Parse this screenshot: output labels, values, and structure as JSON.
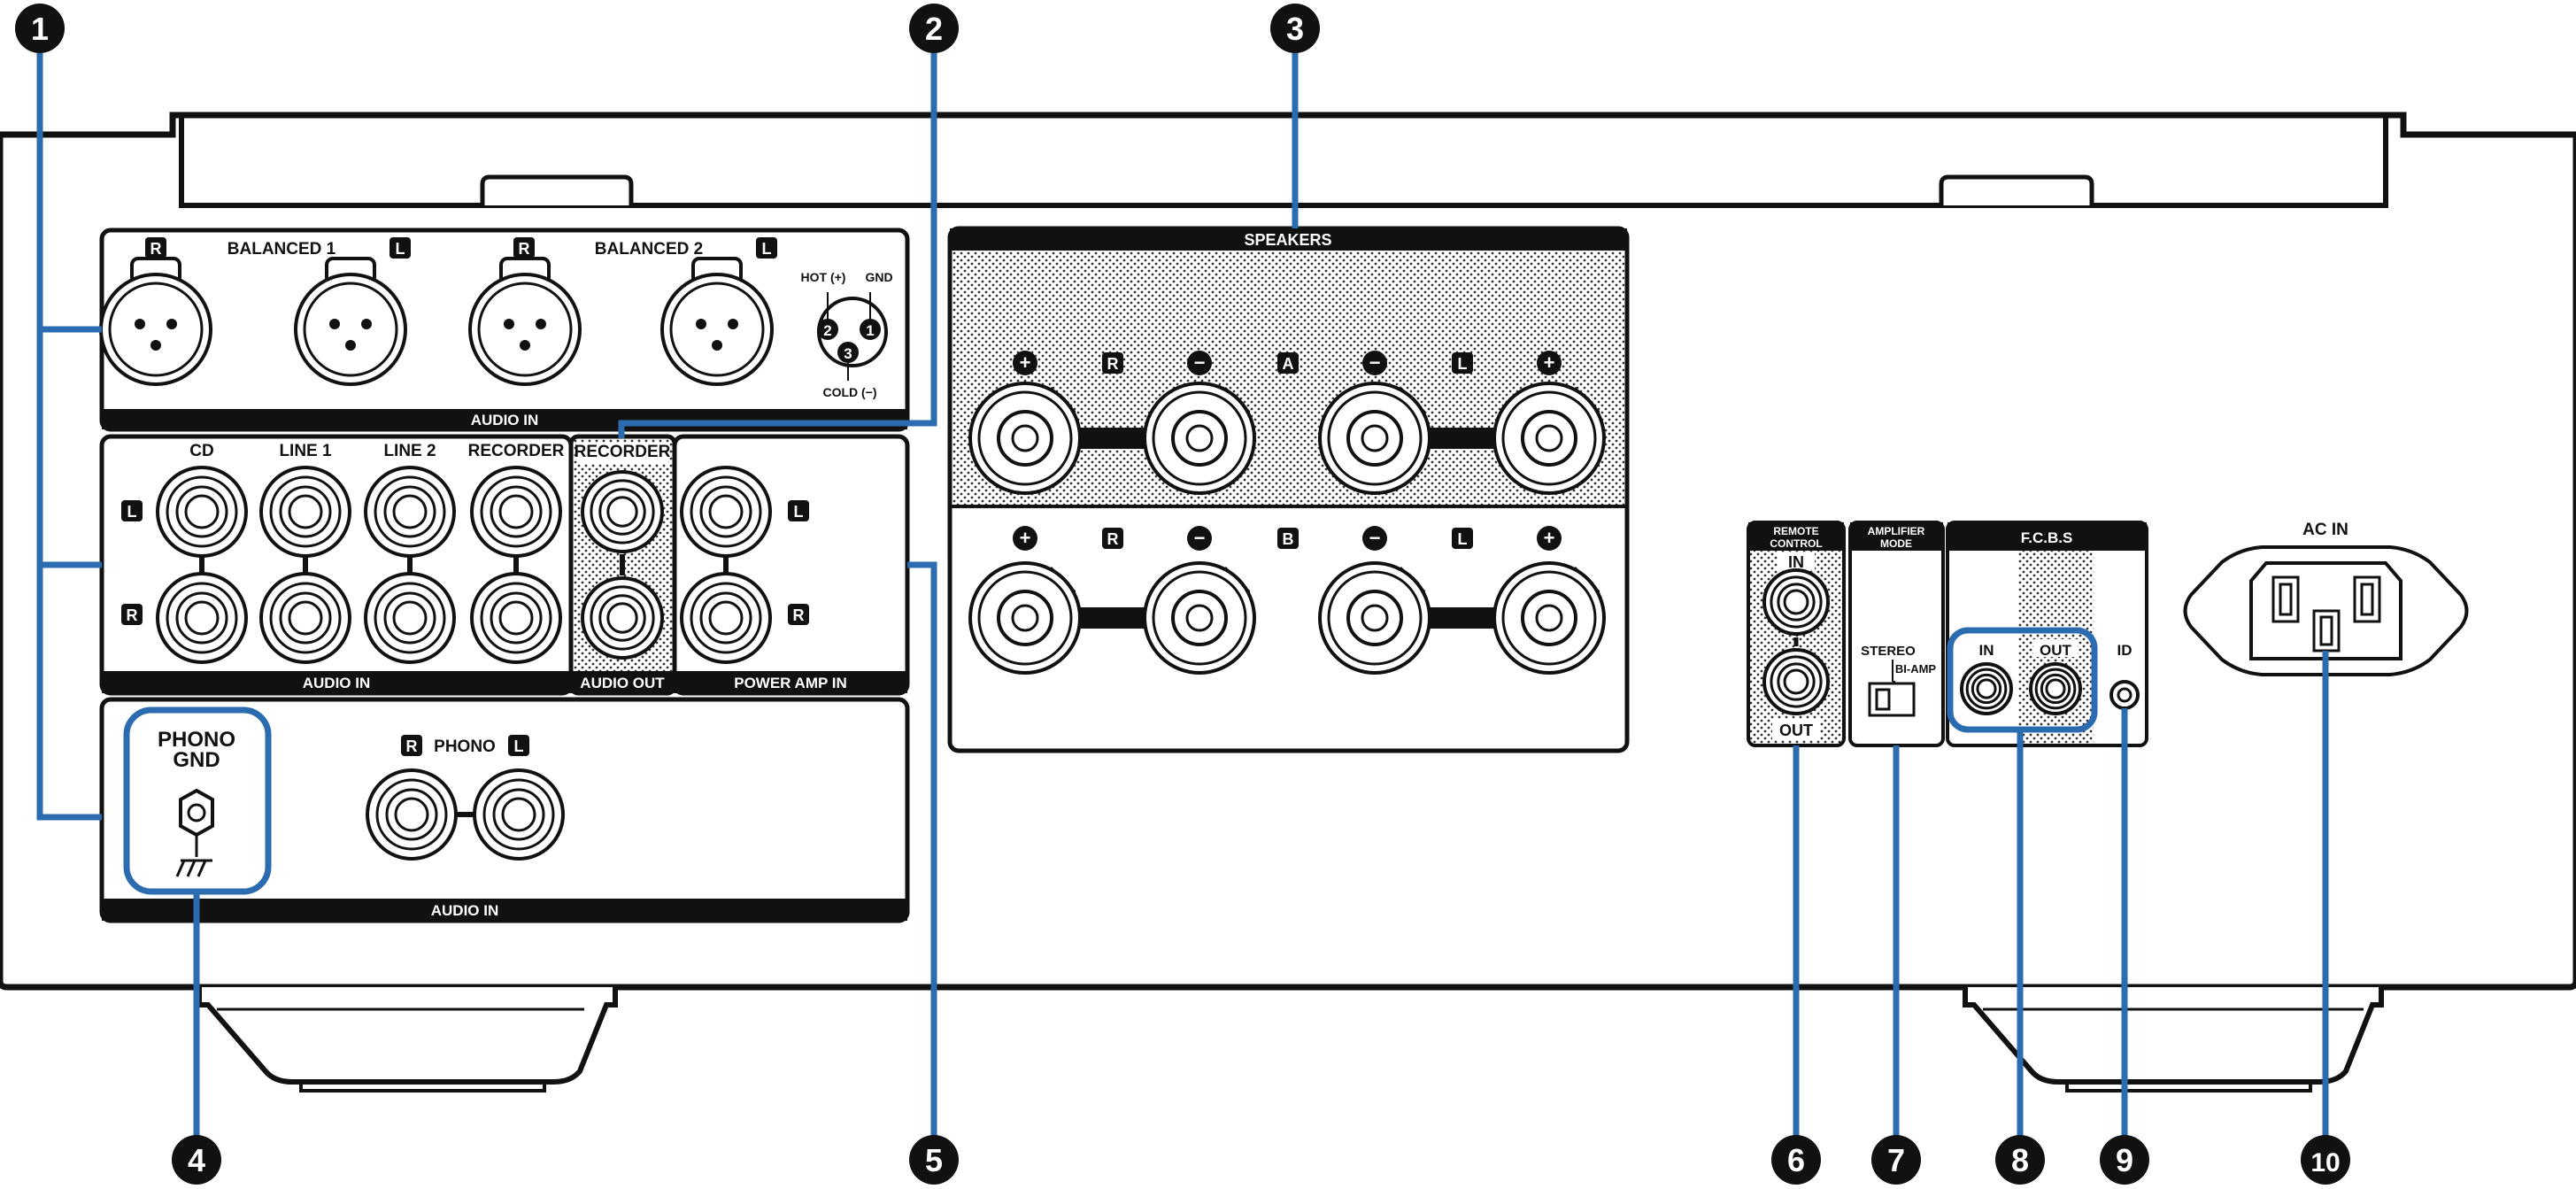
{
  "callouts": [
    "1",
    "2",
    "3",
    "4",
    "5",
    "6",
    "7",
    "8",
    "9",
    "10"
  ],
  "balanced": {
    "title1": "BALANCED 1",
    "title2": "BALANCED 2",
    "ch_r": "R",
    "ch_l": "L",
    "pin_hot": "HOT (+)",
    "pin_gnd": "GND",
    "pin_cold": "COLD (−)",
    "pin1": "1",
    "pin2": "2",
    "pin3": "3",
    "section": "AUDIO IN"
  },
  "rca_inputs": {
    "labels": [
      "CD",
      "LINE 1",
      "LINE 2",
      "RECORDER"
    ],
    "ch_l": "L",
    "ch_r": "R",
    "section": "AUDIO IN"
  },
  "recorder_out": {
    "label": "RECORDER",
    "section": "AUDIO OUT"
  },
  "power_amp_in": {
    "ch_l": "L",
    "ch_r": "R",
    "section": "POWER  AMP IN"
  },
  "phono": {
    "gnd_line1": "PHONO",
    "gnd_line2": "GND",
    "label": "PHONO",
    "ch_r": "R",
    "ch_l": "L",
    "section": "AUDIO IN"
  },
  "speakers": {
    "title": "SPEAKERS",
    "row_a": [
      "+",
      "R",
      "−",
      "A",
      "−",
      "L",
      "+"
    ],
    "row_b": [
      "+",
      "R",
      "−",
      "B",
      "−",
      "L",
      "+"
    ]
  },
  "remote_control": {
    "title_line1": "REMOTE",
    "title_line2": "CONTROL",
    "in": "IN",
    "out": "OUT"
  },
  "amplifier_mode": {
    "title_line1": "AMPLIFIER",
    "title_line2": "MODE",
    "stereo": "STEREO",
    "biamp": "BI-AMP"
  },
  "fcbs": {
    "title": "F.C.B.S",
    "in": "IN",
    "out": "OUT",
    "id": "ID"
  },
  "ac_in": {
    "label": "AC IN"
  },
  "colors": {
    "callout_blue": "#2b6cb0",
    "ink": "#111111",
    "panel_bg": "#ffffff"
  }
}
